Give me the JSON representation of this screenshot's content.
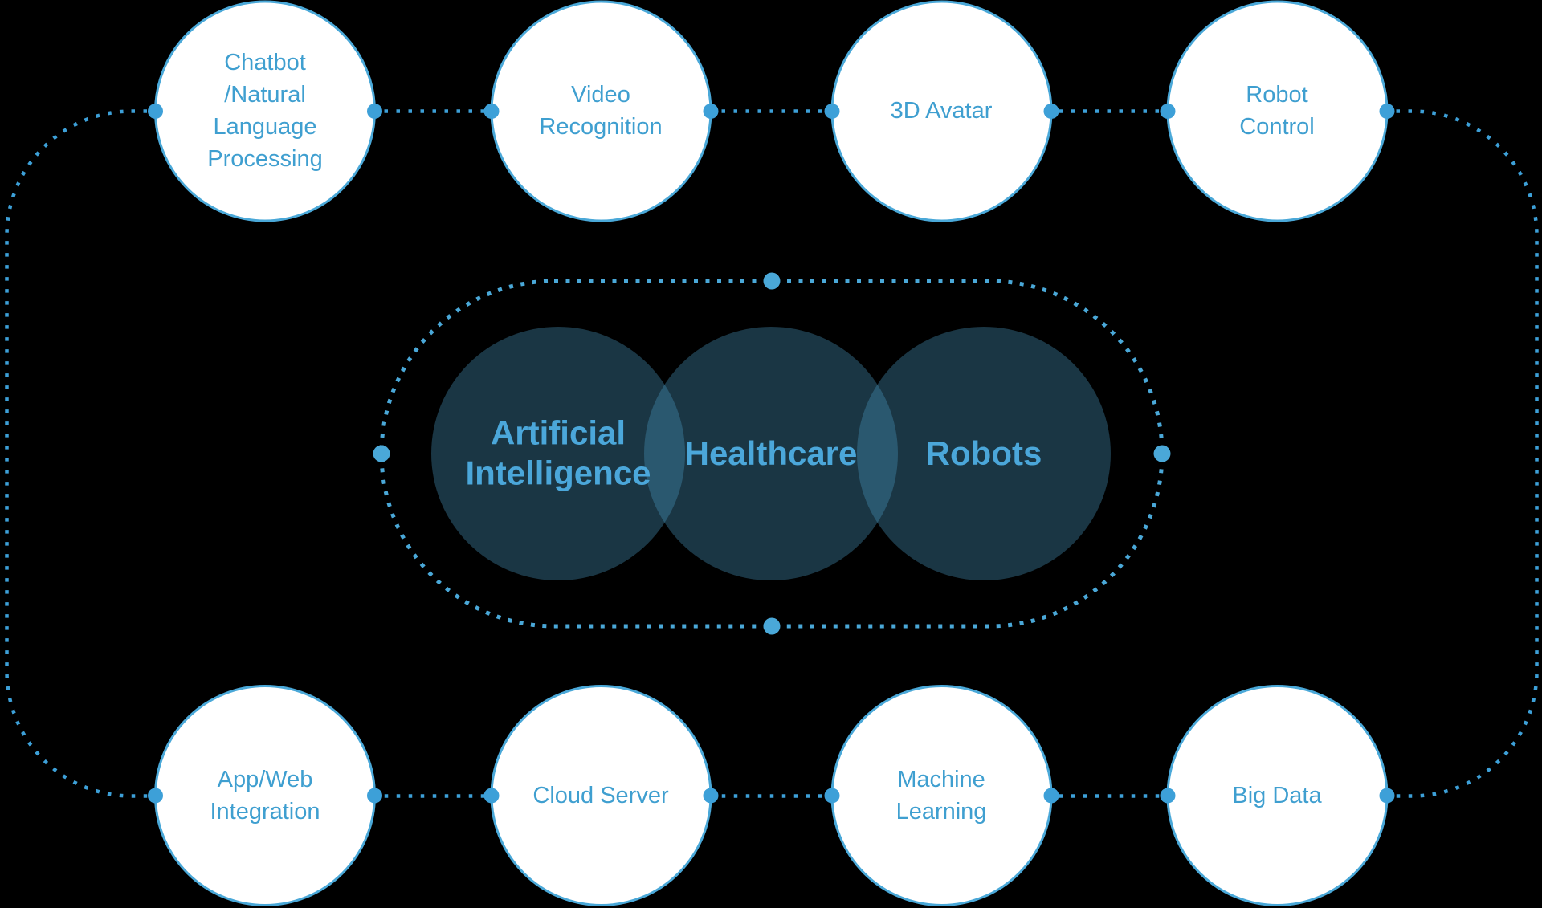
{
  "theme": {
    "background": "#000000",
    "accent_blue": "#3da0d8",
    "dot_blue": "#4aa8d8",
    "node_fill": "#ffffff",
    "node_border": "#4aa8d8",
    "node_text": "#3f9fd0",
    "center_text": "#4ba7da",
    "center_circle_fill": "rgba(72,150,188,0.36)"
  },
  "outer_nodes": {
    "top": [
      {
        "label": "Chatbot\n/Natural\nLanguage\nProcessing"
      },
      {
        "label": "Video\nRecognition"
      },
      {
        "label": "3D Avatar"
      },
      {
        "label": "Robot\nControl"
      }
    ],
    "bottom": [
      {
        "label": "App/Web\nIntegration"
      },
      {
        "label": "Cloud Server"
      },
      {
        "label": "Machine\nLearning"
      },
      {
        "label": "Big Data"
      }
    ]
  },
  "center_nodes": [
    {
      "label": "Artificial\nIntelligence"
    },
    {
      "label": "Healthcare"
    },
    {
      "label": "Robots"
    }
  ]
}
